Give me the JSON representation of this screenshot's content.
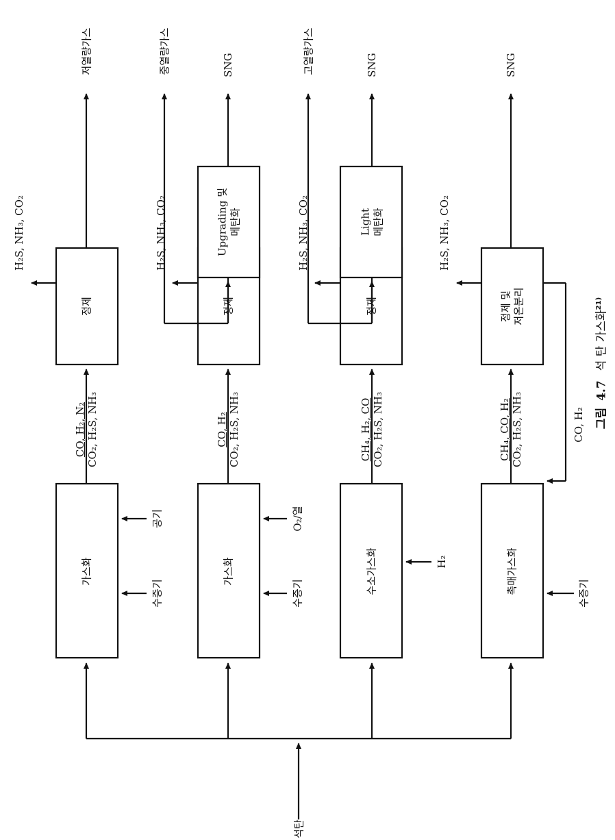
{
  "feed_label": "석탄",
  "caption": {
    "prefix": "그림",
    "number": "4.7",
    "text": "석 탄  가스화",
    "ref": "21)"
  },
  "process_rows": [
    {
      "gasifier": "가스화",
      "gasifier_inputs": [
        "수증기",
        "공기"
      ],
      "raw_gas_top": "CO, H₂, N₂",
      "raw_gas_bottom": "CO₂, H₂S, NH₃",
      "cleanup": "정제",
      "removed": "H₂S, NH₃, CO₂",
      "product": "저열량가스"
    },
    {
      "gasifier": "가스화",
      "gasifier_inputs": [
        "수증기",
        "O₂/열"
      ],
      "raw_gas_top": "CO, H₂",
      "raw_gas_bottom": "CO₂, H₂S, NH₃",
      "cleanup": "정제",
      "removed": "H₂S, NH₃, CO₂",
      "upgrade_line1": "Upgrading 및",
      "upgrade_line2": "메탄화",
      "branch_product": "중열량가스",
      "product": "SNG"
    },
    {
      "gasifier": "수소가스화",
      "gasifier_inputs": [
        "H₂"
      ],
      "raw_gas_top": "CH₄, H₂, CO",
      "raw_gas_bottom": "CO₂, H₂S, NH₃",
      "cleanup": "정제",
      "removed": "H₂S, NH₃, CO₂",
      "upgrade_line1": "Light",
      "upgrade_line2": "메탄화",
      "branch_product": "고열량가스",
      "product": "SNG"
    },
    {
      "gasifier": "촉매가스화",
      "gasifier_inputs": [
        "수증기"
      ],
      "raw_gas_top": "CH₄, CO, H₂",
      "raw_gas_bottom": "CO₂, H₂S, NH₃",
      "cleanup_line1": "정제 및",
      "cleanup_line2": "저온분리",
      "removed": "H₂S, NH₃, CO₂",
      "recycle": "CO, H₂",
      "product": "SNG"
    }
  ]
}
